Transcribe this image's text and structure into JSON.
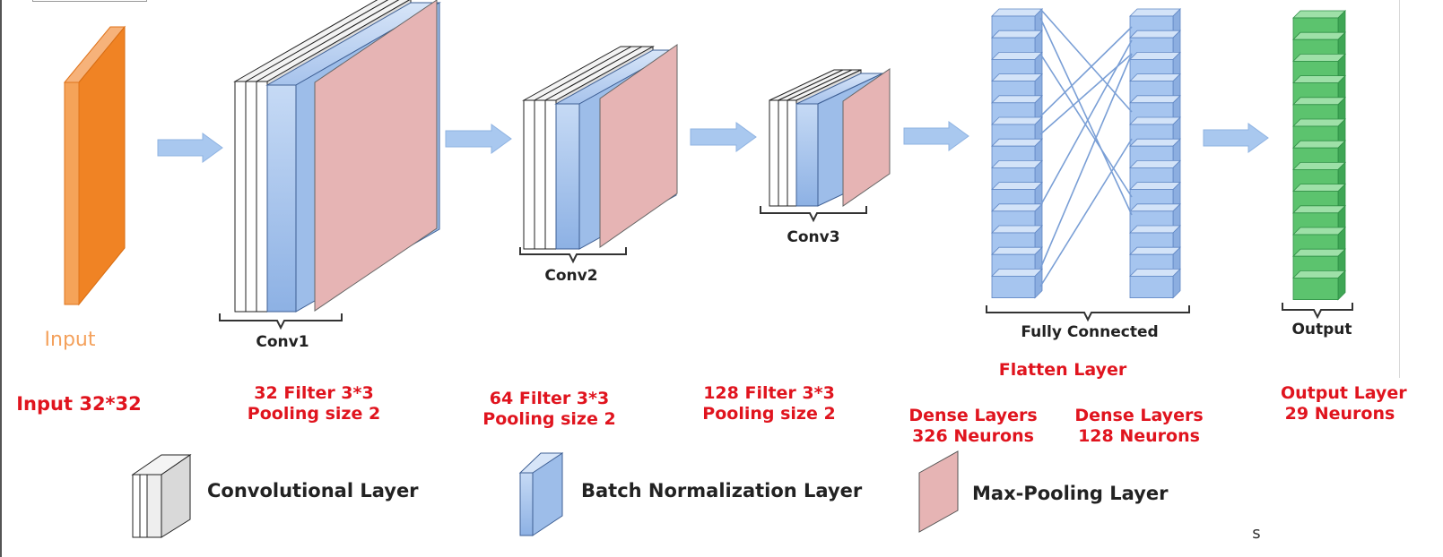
{
  "stages": {
    "input": {
      "name": "Input",
      "label": "Input 32*32"
    },
    "conv1": {
      "name": "Conv1",
      "filters": "32 Filter 3*3",
      "pooling": "Pooling size 2"
    },
    "conv2": {
      "name": "Conv2",
      "filters": "64 Filter 3*3",
      "pooling": "Pooling size 2"
    },
    "conv3": {
      "name": "Conv3",
      "filters": "128 Filter 3*3",
      "pooling": "Pooling size 2"
    },
    "fully_connected": {
      "name": "Fully Connected",
      "flatten": "Flatten Layer",
      "dense1": {
        "title": "Dense Layers",
        "neurons": "326 Neurons"
      },
      "dense2": {
        "title": "Dense Layers",
        "neurons": "128 Neurons"
      }
    },
    "output": {
      "name": "Output",
      "title": "Output Layer",
      "neurons": "29 Neurons"
    }
  },
  "legend": {
    "conv": "Convolutional Layer",
    "batchnorm": "Batch Normalization Layer",
    "maxpool": "Max-Pooling Layer"
  },
  "stray_mark": "s",
  "colors": {
    "input": "#f08324",
    "conv": "#ffffff",
    "batchnorm": "#9dbde9",
    "maxpool": "#e6b4b4",
    "dense": "#a6c5ef",
    "output": "#5cc36e",
    "arrow": "#a9c8ef",
    "annotation": "#e0141e"
  }
}
